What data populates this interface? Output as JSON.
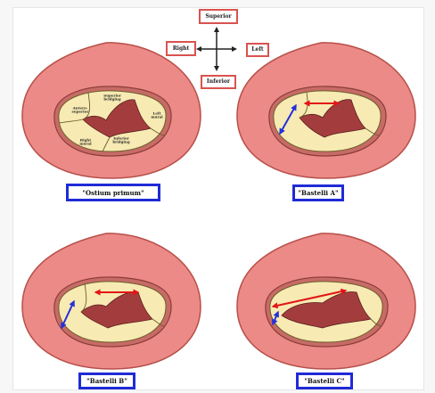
{
  "orientation": {
    "superior": "Superior",
    "inferior": "Inferior",
    "right": "Right",
    "left": "Left"
  },
  "panels": [
    {
      "id": "ostium-primum",
      "caption": "\"Ostium primum\""
    },
    {
      "id": "bastelli-a",
      "caption": "\"Bastelli A\""
    },
    {
      "id": "bastelli-b",
      "caption": "\"Bastelli B\""
    },
    {
      "id": "bastelli-c",
      "caption": "\"Bastelli C\""
    }
  ],
  "leaflet_labels": {
    "right_anterosuperior": "Antero-\nsuperior",
    "superior_bridging": "Superior\nbridging",
    "left_mural": "Left\nmural",
    "right_mural": "Right\nmural",
    "inferior_bridging": "Inferior\nbridging"
  },
  "colors": {
    "heart": "#eb8a86",
    "heart_stroke": "#b84f4a",
    "valve_outer": "#c66b66",
    "leaflet": "#f7eab3",
    "orifice": "#a33d3d",
    "arrow_red": "#e21616",
    "arrow_blue": "#2530d9",
    "caption_border": "#1f2bd6",
    "orient_border": "#d9534f"
  }
}
